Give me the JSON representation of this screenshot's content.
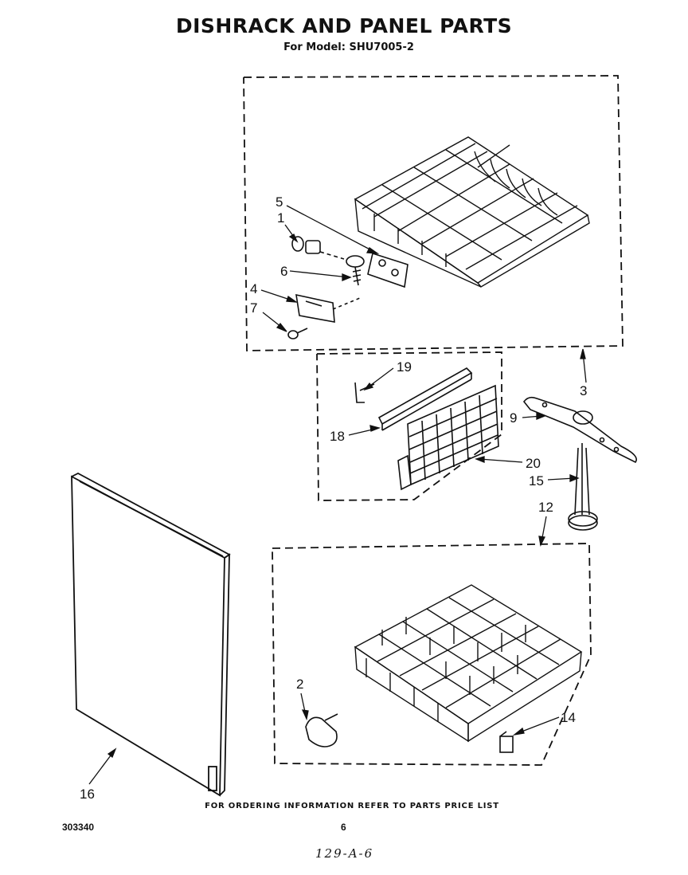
{
  "title": "DISHRACK AND PANEL PARTS",
  "subtitle": "For Model: SHU7005-2",
  "footer_note": "FOR ORDERING INFORMATION REFER TO PARTS PRICE LIST",
  "document_number": "303340",
  "page_number": "6",
  "handwritten_note": "129-A-6",
  "callouts": {
    "c1": "1",
    "c2": "2",
    "c3": "3",
    "c4": "4",
    "c5": "5",
    "c6": "6",
    "c7": "7",
    "c9": "9",
    "c12": "12",
    "c14": "14",
    "c15": "15",
    "c16": "16",
    "c18": "18",
    "c19": "19",
    "c20": "20"
  }
}
